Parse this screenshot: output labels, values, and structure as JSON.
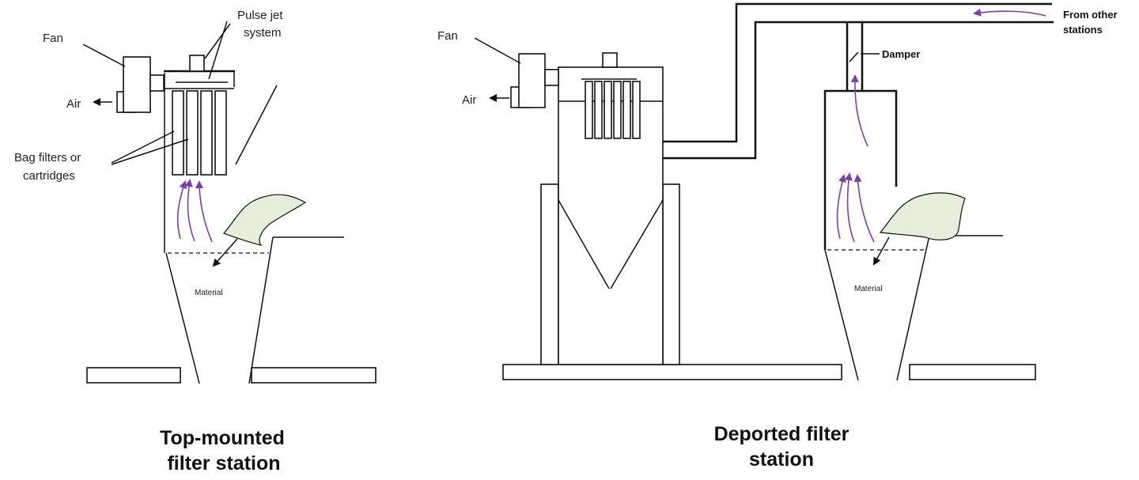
{
  "colors": {
    "airflow": "#7a3fa8",
    "material_fill": "#e6eed9",
    "line": "#111111"
  },
  "left_station": {
    "fan_label": "Fan",
    "air_label": "Air",
    "pulse_jet_line1": "Pulse jet",
    "pulse_jet_line2": "system",
    "bag_filters_line1": "Bag filters or",
    "bag_filters_line2": "cartridges",
    "material_label": "Material",
    "title_line1": "Top-mounted",
    "title_line2": "filter station"
  },
  "right_station": {
    "fan_label": "Fan",
    "air_label": "Air",
    "damper_label": "Damper",
    "from_other_line1": "From other",
    "from_other_line2": "stations",
    "material_label": "Material",
    "title_line1": "Deported filter",
    "title_line2": "station"
  }
}
